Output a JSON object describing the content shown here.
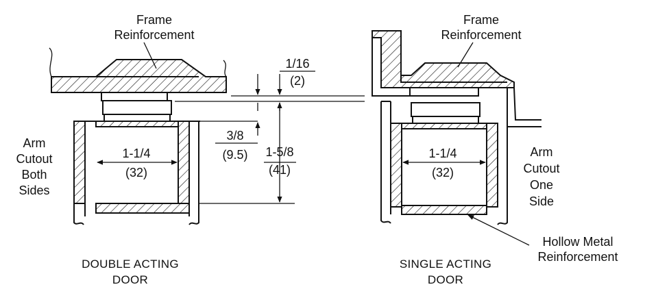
{
  "left_assembly": {
    "frame_label": [
      "Frame",
      "Reinforcement"
    ],
    "arm_label": [
      "Arm",
      "Cutout",
      "Both",
      "Sides"
    ],
    "width_dim": [
      "1-1/4",
      "(32)"
    ],
    "caption": [
      "DOUBLE ACTING",
      "DOOR"
    ]
  },
  "right_assembly": {
    "frame_label": [
      "Frame",
      "Reinforcement"
    ],
    "arm_label": [
      "Arm",
      "Cutout",
      "One",
      "Side"
    ],
    "width_dim": [
      "1-1/4",
      "(32)"
    ],
    "hollow_label": [
      "Hollow Metal",
      "Reinforcement"
    ],
    "caption": [
      "SINGLE ACTING",
      "DOOR"
    ]
  },
  "dimensions": {
    "gap": [
      "1/16",
      "(2)"
    ],
    "offset": [
      "3/8",
      "(9.5)"
    ],
    "depth": [
      "1-5/8",
      "(41)"
    ]
  },
  "colors": {
    "line": "#111111",
    "background": "#ffffff"
  }
}
